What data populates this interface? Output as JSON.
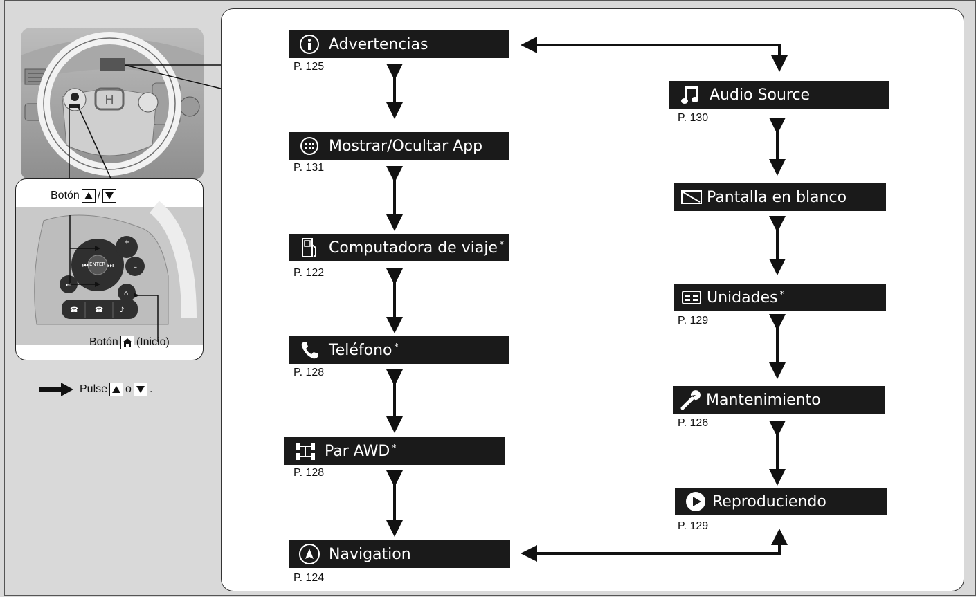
{
  "menu_left": [
    {
      "label": "Advertencias",
      "page": "P. 125",
      "icon": "info-icon",
      "star": ""
    },
    {
      "label": "Mostrar/Ocultar App",
      "page": "P. 131",
      "icon": "apps-grid-icon",
      "star": ""
    },
    {
      "label": "Computadora de viaje",
      "page": "P. 122",
      "icon": "fuel-pump-icon",
      "star": "*"
    },
    {
      "label": "Teléfono",
      "page": "P. 128",
      "icon": "phone-icon",
      "star": "*"
    },
    {
      "label": "Par AWD",
      "page": "P. 128",
      "icon": "awd-icon",
      "star": "*"
    },
    {
      "label": "Navigation",
      "page": "P. 124",
      "icon": "navigation-icon",
      "star": ""
    }
  ],
  "menu_right": [
    {
      "label": "Audio Source",
      "page": "P. 130",
      "icon": "music-note-icon",
      "star": ""
    },
    {
      "label": "Pantalla en blanco",
      "page": "",
      "icon": "blank-screen-icon",
      "star": ""
    },
    {
      "label": "Unidades",
      "page": "P. 129",
      "icon": "units-icon",
      "star": "*"
    },
    {
      "label": "Mantenimiento",
      "page": "P. 126",
      "icon": "wrench-icon",
      "star": ""
    },
    {
      "label": "Reproduciendo",
      "page": "P. 129",
      "icon": "play-icon",
      "star": ""
    }
  ],
  "controls": {
    "updown_prefix": "Botón",
    "updown_sep": "/",
    "home_prefix": "Botón",
    "home_suffix": "(Inicio)",
    "enter": "ENTER"
  },
  "legend": {
    "prefix": "Pulse",
    "middle": "o",
    "suffix": "."
  },
  "colors": {
    "bar": "#1a1a1a",
    "panel": "#ffffff",
    "background": "#d9d9d9"
  }
}
